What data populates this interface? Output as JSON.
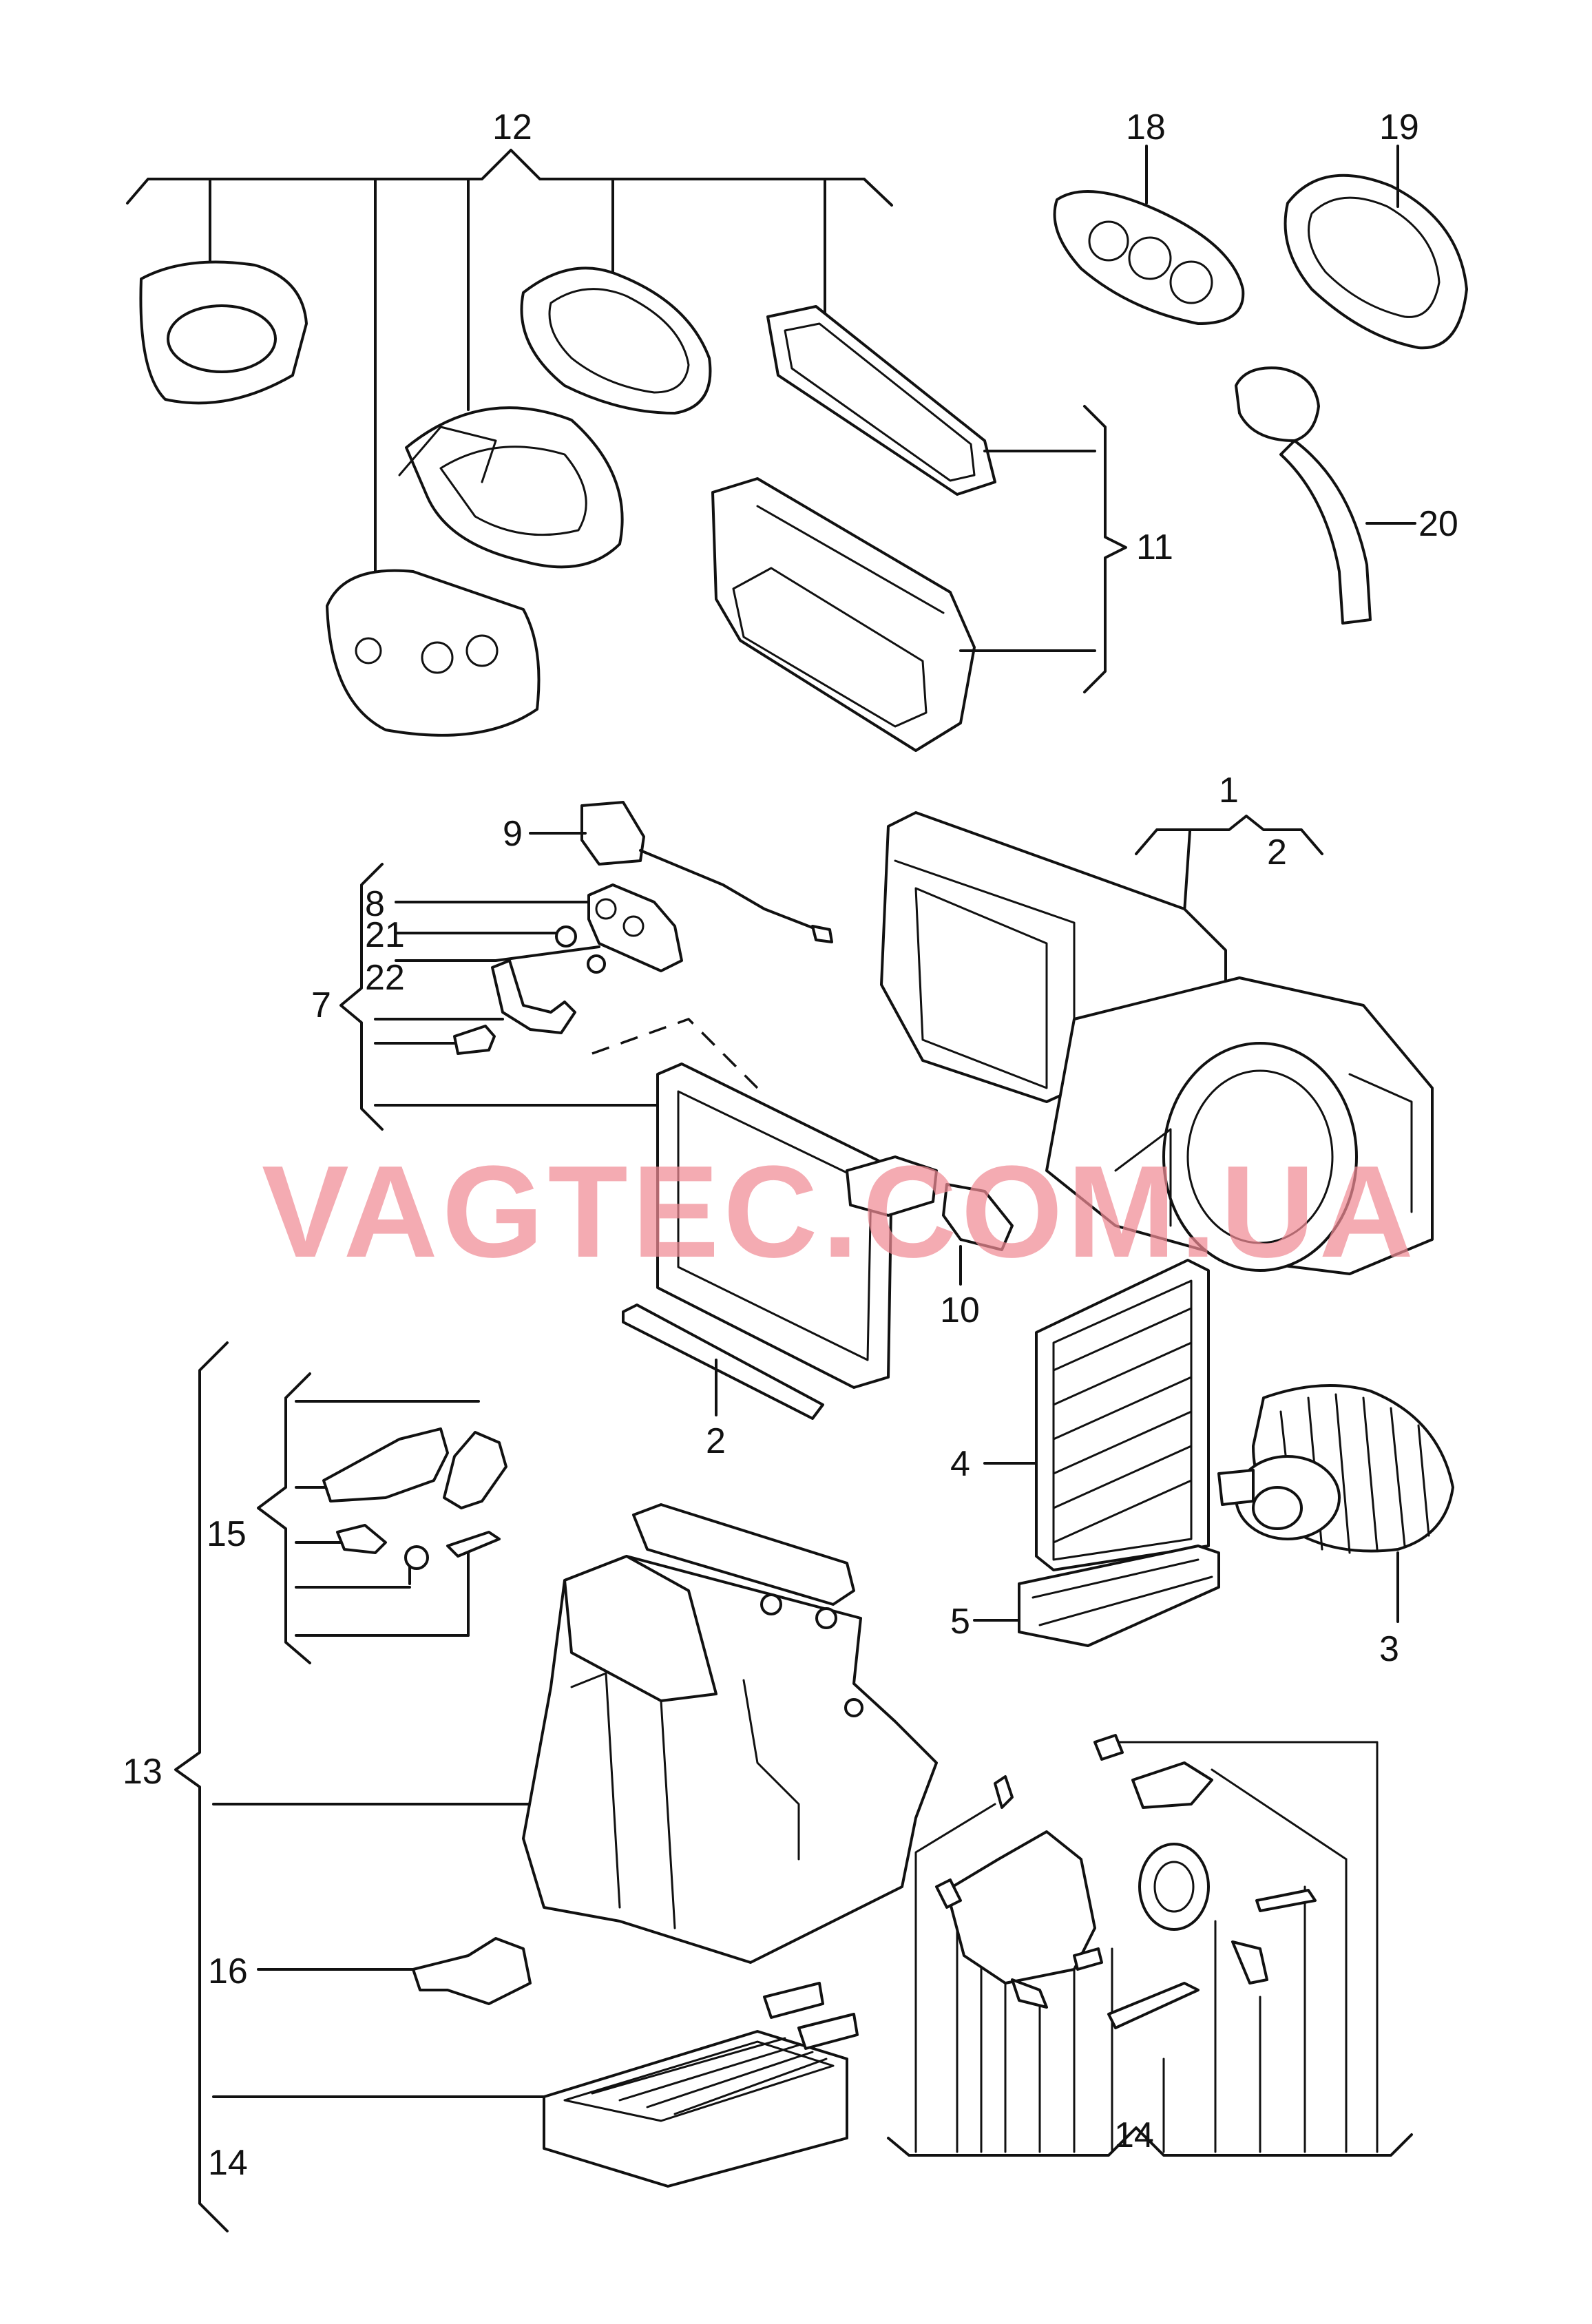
{
  "watermark": "VAGTEC.COM.UA",
  "labels": {
    "n1": "1",
    "n2a": "2",
    "n2b": "2",
    "n3": "3",
    "n4": "4",
    "n5": "5",
    "n7": "7",
    "n8": "8",
    "n9": "9",
    "n10": "10",
    "n11": "11",
    "n12": "12",
    "n13": "13",
    "n14a": "14",
    "n14b": "14",
    "n15": "15",
    "n16": "16",
    "n18": "18",
    "n19": "19",
    "n20": "20",
    "n21": "21",
    "n22": "22"
  },
  "colors": {
    "line": "#111111",
    "watermark": "#f08a94",
    "background": "#ffffff"
  }
}
